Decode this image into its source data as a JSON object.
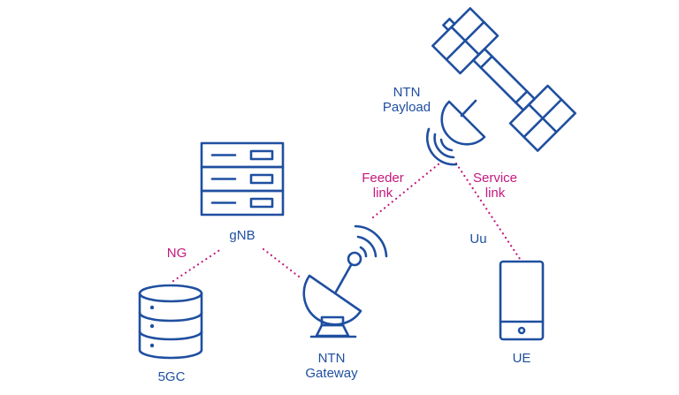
{
  "nodes": {
    "payload": "NTN\nPayload",
    "gnb": "gNB",
    "core": "5GC",
    "gateway": "NTN\nGateway",
    "ue": "UE"
  },
  "links": {
    "feeder": "Feeder\nlink",
    "service": "Service\nlink",
    "ng": "NG",
    "uu": "Uu"
  },
  "colors": {
    "node": "#1f4fa0",
    "link": "#c4187f"
  },
  "icons": [
    "satellite-icon",
    "server-rack-icon",
    "database-icon",
    "dish-antenna-icon",
    "phone-icon"
  ]
}
